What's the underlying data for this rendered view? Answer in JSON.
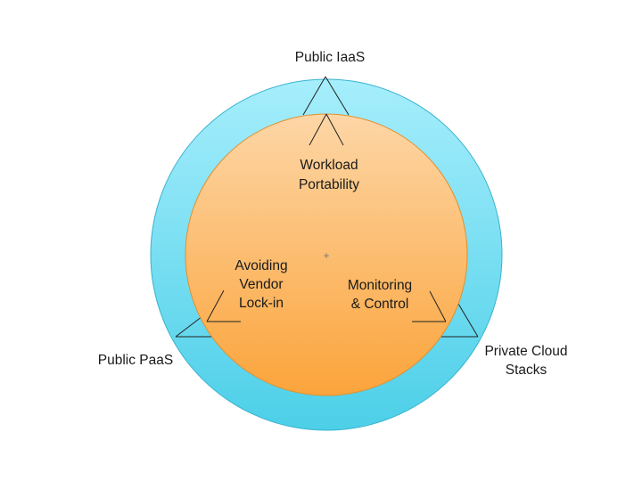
{
  "diagram": {
    "outer_ring": {
      "top_label": "Public IaaS",
      "left_label": "Public PaaS",
      "right_label_line1": "Private Cloud",
      "right_label_line2": "Stacks"
    },
    "inner_circle": {
      "top_line1": "Workload",
      "top_line2": "Portability",
      "left_line1": "Avoiding",
      "left_line2": "Vendor",
      "left_line3": "Lock-in",
      "right_line1": "Monitoring",
      "right_line2": "& Control"
    },
    "center_marker": "+"
  },
  "colors": {
    "ring_light": "#a6eefc",
    "ring_dark": "#4ccfe8",
    "ring_edge": "#3ab2cf",
    "core_light": "#fdd6a6",
    "core_dark": "#fba43b",
    "core_edge": "#e0902f",
    "line": "#222222"
  }
}
